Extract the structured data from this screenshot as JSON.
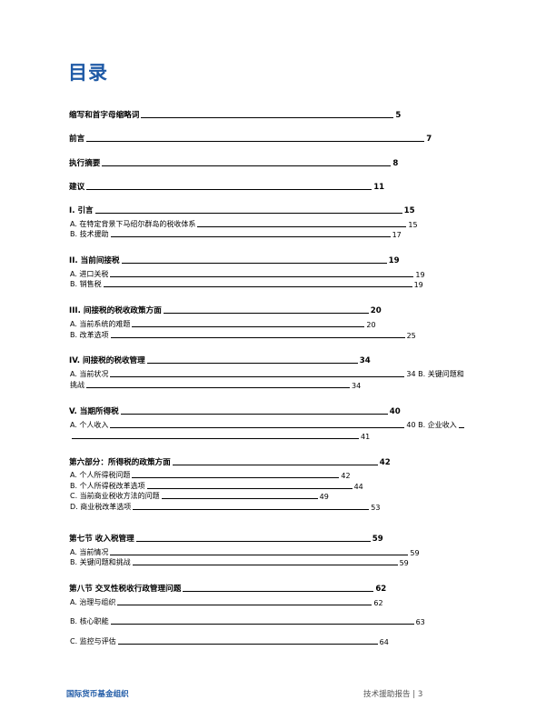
{
  "title": "目录",
  "entries": [
    {
      "label": "缩写和首字母缩略词",
      "page": "5",
      "level": "major"
    },
    {
      "label": "前言",
      "page": "7",
      "level": "major"
    },
    {
      "label": "执行摘要",
      "page": "8",
      "level": "major"
    },
    {
      "label": "建议",
      "page": "11",
      "level": "major"
    },
    {
      "label": "I. 引言",
      "page": "15",
      "level": "major"
    },
    {
      "label": "A. 在特定背景下马绍尔群岛的税收体系",
      "page": "15",
      "level": "minor"
    },
    {
      "label": "B. 技术援助",
      "page": "17",
      "level": "minor"
    },
    {
      "label": "II. 当前间接税",
      "page": "19",
      "level": "major"
    },
    {
      "label": "A. 进口关税",
      "page": "19",
      "level": "minor"
    },
    {
      "label": "B. 销售税",
      "page": "19",
      "level": "minor"
    },
    {
      "label": "III. 间接税的税收政策方面",
      "page": "20",
      "level": "major"
    },
    {
      "label": "A. 当前系统的难题",
      "page": "20",
      "level": "minor"
    },
    {
      "label": "B. 改革选项",
      "page": "25",
      "level": "minor"
    },
    {
      "label": "IV. 间接税的税收管理",
      "page": "34",
      "level": "major"
    },
    {
      "label": "A. 当前状况",
      "page": "34 B. 关键问题和",
      "level": "minor"
    },
    {
      "label": "挑战",
      "page": "34",
      "level": "minor"
    },
    {
      "label": "V. 当期所得税",
      "page": "40",
      "level": "major"
    },
    {
      "label": "A. 个人收入",
      "page": "40 B. 企业收入",
      "level": "minor"
    },
    {
      "label": "",
      "page": "41",
      "level": "minor"
    },
    {
      "label": "第六部分：所得税的政策方面",
      "page": "42",
      "level": "major"
    },
    {
      "label": "A. 个人所得税问题",
      "page": "42",
      "level": "minor"
    },
    {
      "label": "B. 个人所得税改革选项",
      "page": "44",
      "level": "minor"
    },
    {
      "label": "C. 当前商业税收方法的问题",
      "page": "49",
      "level": "minor"
    },
    {
      "label": "D. 商业税改革选项",
      "page": "53",
      "level": "minor"
    },
    {
      "label": "第七节 收入税管理",
      "page": "59",
      "level": "major"
    },
    {
      "label": "A. 当前情况",
      "page": "59",
      "level": "minor"
    },
    {
      "label": "B. 关键问题和挑战",
      "page": "59",
      "level": "minor"
    },
    {
      "label": "第八节 交叉性税收行政管理问题",
      "page": "62",
      "level": "major"
    },
    {
      "label": "A. 治理与组织",
      "page": "62",
      "level": "minor"
    },
    {
      "label": "B. 核心职能",
      "page": "63",
      "level": "minor"
    },
    {
      "label": "C. 监控与评估",
      "page": "64",
      "level": "minor"
    }
  ],
  "footer": {
    "left": "国际货币基金组织",
    "right": "技术援助报告 | 3"
  }
}
